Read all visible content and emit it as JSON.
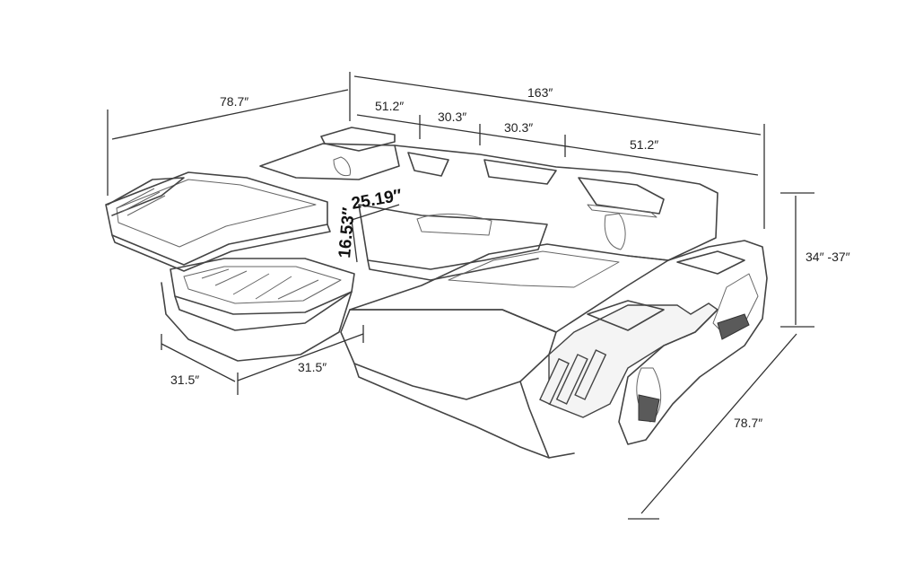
{
  "dimensions": {
    "chaise_width": "78.7″",
    "total_length": "163″",
    "segment_1": "51.2″",
    "segment_2": "30.3″",
    "segment_3": "30.3″",
    "segment_4": "51.2″",
    "seat_depth": "25.19″",
    "seat_height": "16.53″",
    "back_height": "34″ -37″",
    "ottoman_width": "31.5″",
    "ottoman_depth": "31.5″",
    "right_chaise_length": "78.7″"
  }
}
